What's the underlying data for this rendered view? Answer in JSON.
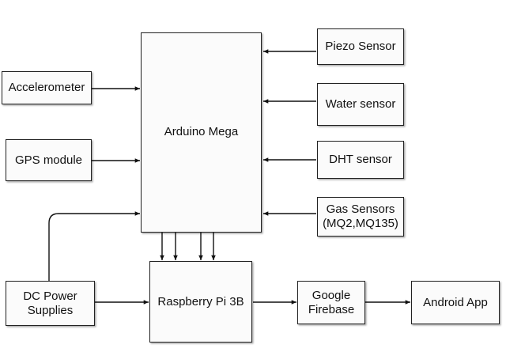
{
  "diagram": {
    "nodes": {
      "arduino": "Arduino Mega",
      "piezo": "Piezo Sensor",
      "water": "Water sensor",
      "dht": "DHT sensor",
      "gas": "Gas Sensors\n(MQ2,MQ135)",
      "accelerometer": "Accelerometer",
      "gps": "GPS module",
      "dc_power": "DC Power\nSupplies",
      "raspberry": "Raspberry Pi 3B",
      "firebase": "Google\nFirebase",
      "android": "Android App"
    },
    "edges": [
      {
        "from": "piezo",
        "to": "arduino"
      },
      {
        "from": "water",
        "to": "arduino"
      },
      {
        "from": "dht",
        "to": "arduino"
      },
      {
        "from": "gas",
        "to": "arduino"
      },
      {
        "from": "accelerometer",
        "to": "arduino"
      },
      {
        "from": "gps",
        "to": "arduino"
      },
      {
        "from": "dc_power",
        "to": "arduino"
      },
      {
        "from": "arduino",
        "to": "raspberry",
        "count": 4
      },
      {
        "from": "dc_power",
        "to": "raspberry"
      },
      {
        "from": "raspberry",
        "to": "firebase"
      },
      {
        "from": "firebase",
        "to": "android"
      }
    ]
  }
}
